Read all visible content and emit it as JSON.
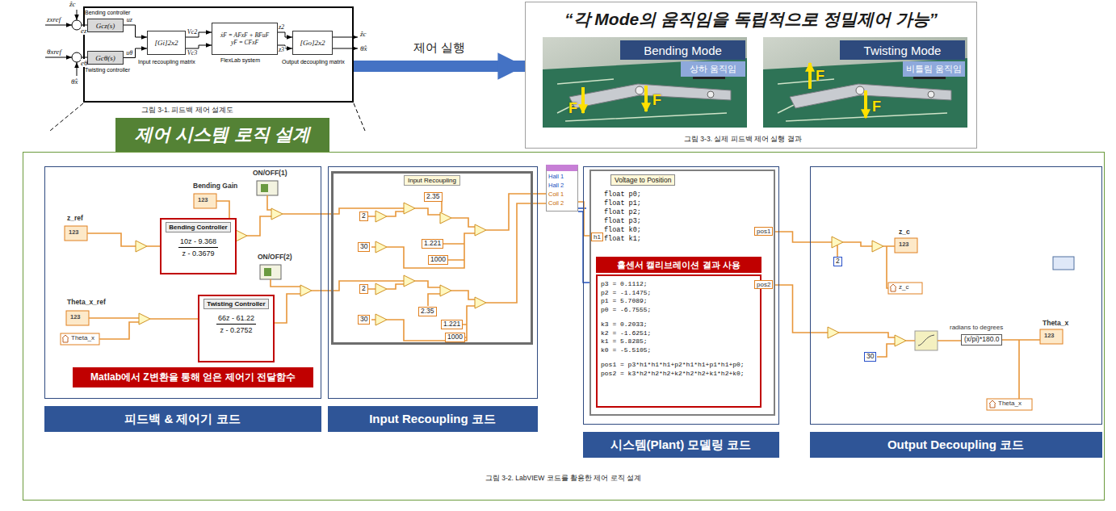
{
  "diagram": {
    "nodes": [
      {
        "text": [
          "그림 3-1. 피드백 제어 설계도"
        ]
      },
      {
        "text": [
          "Bending controller",
          "Gcz(s)"
        ],
        "in": 0
      },
      {
        "text": [
          "Gcθ(s)",
          "Twisting controller"
        ],
        "in": 0
      },
      {
        "text": [
          "[Gi]2x2",
          "Input recoupling matrix"
        ],
        "in": 0
      },
      {
        "text": [
          "ẋF = AFxF + BFuF",
          "yF = CFxF",
          "FlexLab system"
        ],
        "in": 0
      },
      {
        "text": [
          "[Go]2x2",
          "Output decoupling matrix"
        ],
        "in": 0
      },
      {
        "text": [
          "“각 Mode의 움직임을 독립적으로 정밀제어 가능”",
          "그림 3-3. 실제 피드백 제어 실행 결과"
        ]
      },
      {
        "text": [
          "Bending Mode"
        ],
        "in": 6
      },
      {
        "text": [
          "상하 움직임"
        ],
        "in": 6
      },
      {
        "text": [
          "Twisting Mode"
        ],
        "in": 6
      },
      {
        "text": [
          "비틀림 움직임"
        ],
        "in": 6
      },
      {
        "text": [
          "제어 시스템 로직 설계"
        ]
      },
      {
        "text": [
          "그림 3-2. LabVIEW 코드를 활용한 제어 로직 설계"
        ]
      },
      {
        "text": [
          "피드백 & 제어기 코드"
        ],
        "in": 12
      },
      {
        "text": [
          "Bending Controller",
          "10z - 9.368",
          "z - 0.3679"
        ],
        "in": 13
      },
      {
        "text": [
          "Twisting Controller",
          "66z - 61.22",
          "z - 0.2752"
        ],
        "in": 13
      },
      {
        "text": [
          "Matlab에서 Z변환을 통해 얻은 제어기 전달함수"
        ],
        "in": 13
      },
      {
        "text": [
          "Input Recoupling 코드"
        ],
        "in": 12
      },
      {
        "text": [
          "Input Recoupling"
        ],
        "in": 17
      },
      {
        "text": [
          "Hall 1",
          "Hall 2",
          "Coil 1",
          "Coil 2"
        ],
        "in": 12
      },
      {
        "text": [
          "시스템(Plant) 모델링 코드"
        ],
        "in": 12
      },
      {
        "text": [
          "Voltage to Position",
          "float p0;",
          "float p1;",
          "float p2;",
          "float p3;",
          "float k0;",
          "float k1;"
        ],
        "in": 20
      },
      {
        "text": [
          "홀센서 캘리브레이션 결과 사용"
        ],
        "in": 21
      },
      {
        "text": [
          "p3 = 0.1112;",
          "p2 = -1.1475;",
          "p1 = 5.7089;",
          "p0 = -6.7555;",
          "k3 = 0.2033;",
          "k2 = -1.6251;",
          "k1 = 5.8285;",
          "k0 = -5.5105;",
          "pos1 = p3*h1*h1*h1+p2*h1*h1+p1*h1+p0;",
          "pos2 = k3*h2*h2*h2+k2*h2*h2+k1*h2+k0;"
        ],
        "in": 21
      },
      {
        "text": [
          "Output Decoupling 코드"
        ],
        "in": 12
      }
    ],
    "edges": [
      {
        "from": 1,
        "to": 3,
        "label": "uz",
        "arrow": "to"
      },
      {
        "from": 2,
        "to": 3,
        "label": "uθ",
        "arrow": "to"
      },
      {
        "from": 3,
        "to": 4,
        "label": "Vc2",
        "arrow": "to"
      },
      {
        "from": 3,
        "to": 4,
        "label": "Vc3",
        "arrow": "to"
      },
      {
        "from": 4,
        "to": 5,
        "label": "z2",
        "arrow": "to"
      },
      {
        "from": 4,
        "to": 5,
        "label": "z3",
        "arrow": "to"
      },
      {
        "from": 0,
        "to": 6,
        "label": "제어 실행",
        "arrow": "to"
      },
      {
        "from": 13,
        "to": 17,
        "arrow": "none"
      },
      {
        "from": 17,
        "to": 19,
        "arrow": "none"
      },
      {
        "from": 19,
        "to": 21,
        "arrow": "none"
      },
      {
        "from": 21,
        "to": 24,
        "arrow": "none"
      },
      {
        "from": 21,
        "to": 24,
        "arrow": "none"
      }
    ],
    "labels": [
      "ẑc",
      "zxref",
      "θxref",
      "θ̂x",
      "ez",
      "eθ",
      "ẑc",
      "θ̂x",
      "F",
      "F",
      "F",
      "F",
      "z_ref",
      "123",
      "Bending Gain",
      "123",
      "ON/OFF(1)",
      "ON/OFF(2)",
      "Theta_x_ref",
      "123",
      "Theta_x",
      "2",
      "30",
      "2.35",
      "1.221",
      "1000",
      "2",
      "30",
      "2.35",
      "1.221",
      "1000",
      "h1",
      "pos1",
      "pos2",
      "z_c",
      "123",
      "2",
      "z_c",
      "30",
      "radians to degrees",
      "(x/pi)*180.0",
      "Theta_x",
      "123",
      "Theta_x"
    ]
  }
}
